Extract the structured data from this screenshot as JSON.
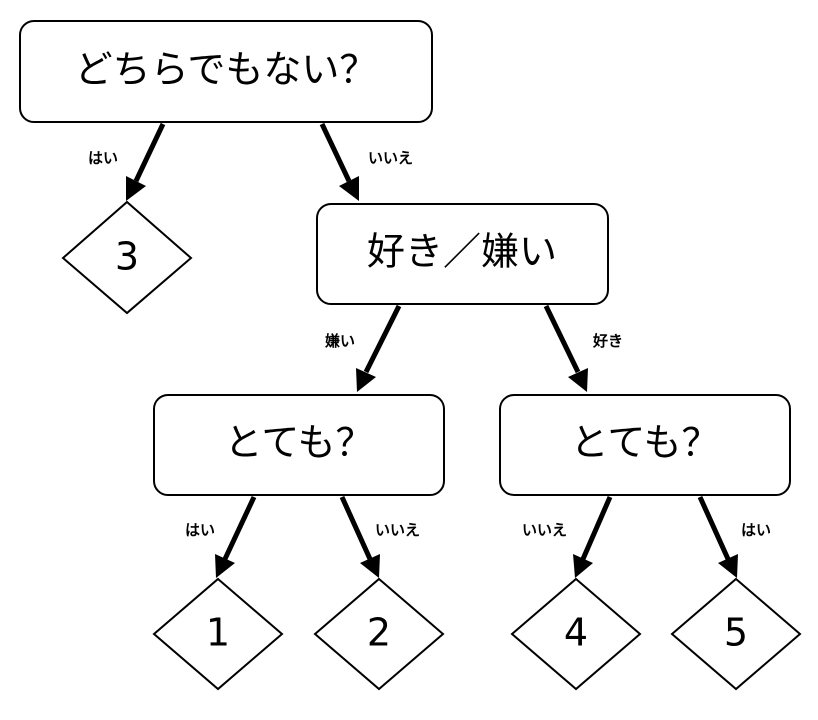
{
  "nodes": {
    "q_root": "どちらでもない？",
    "q_like": "好き／嫌い",
    "q_very_left": "とても？",
    "q_very_right": "とても？"
  },
  "leaves": {
    "leaf_3": "3",
    "leaf_1": "1",
    "leaf_2": "2",
    "leaf_4": "4",
    "leaf_5": "5"
  },
  "edges": {
    "root_yes": "はい",
    "root_no": "いいえ",
    "like_dislike": "嫌い",
    "like_like": "好き",
    "left_yes": "はい",
    "left_no": "いいえ",
    "right_no": "いいえ",
    "right_yes": "はい"
  }
}
